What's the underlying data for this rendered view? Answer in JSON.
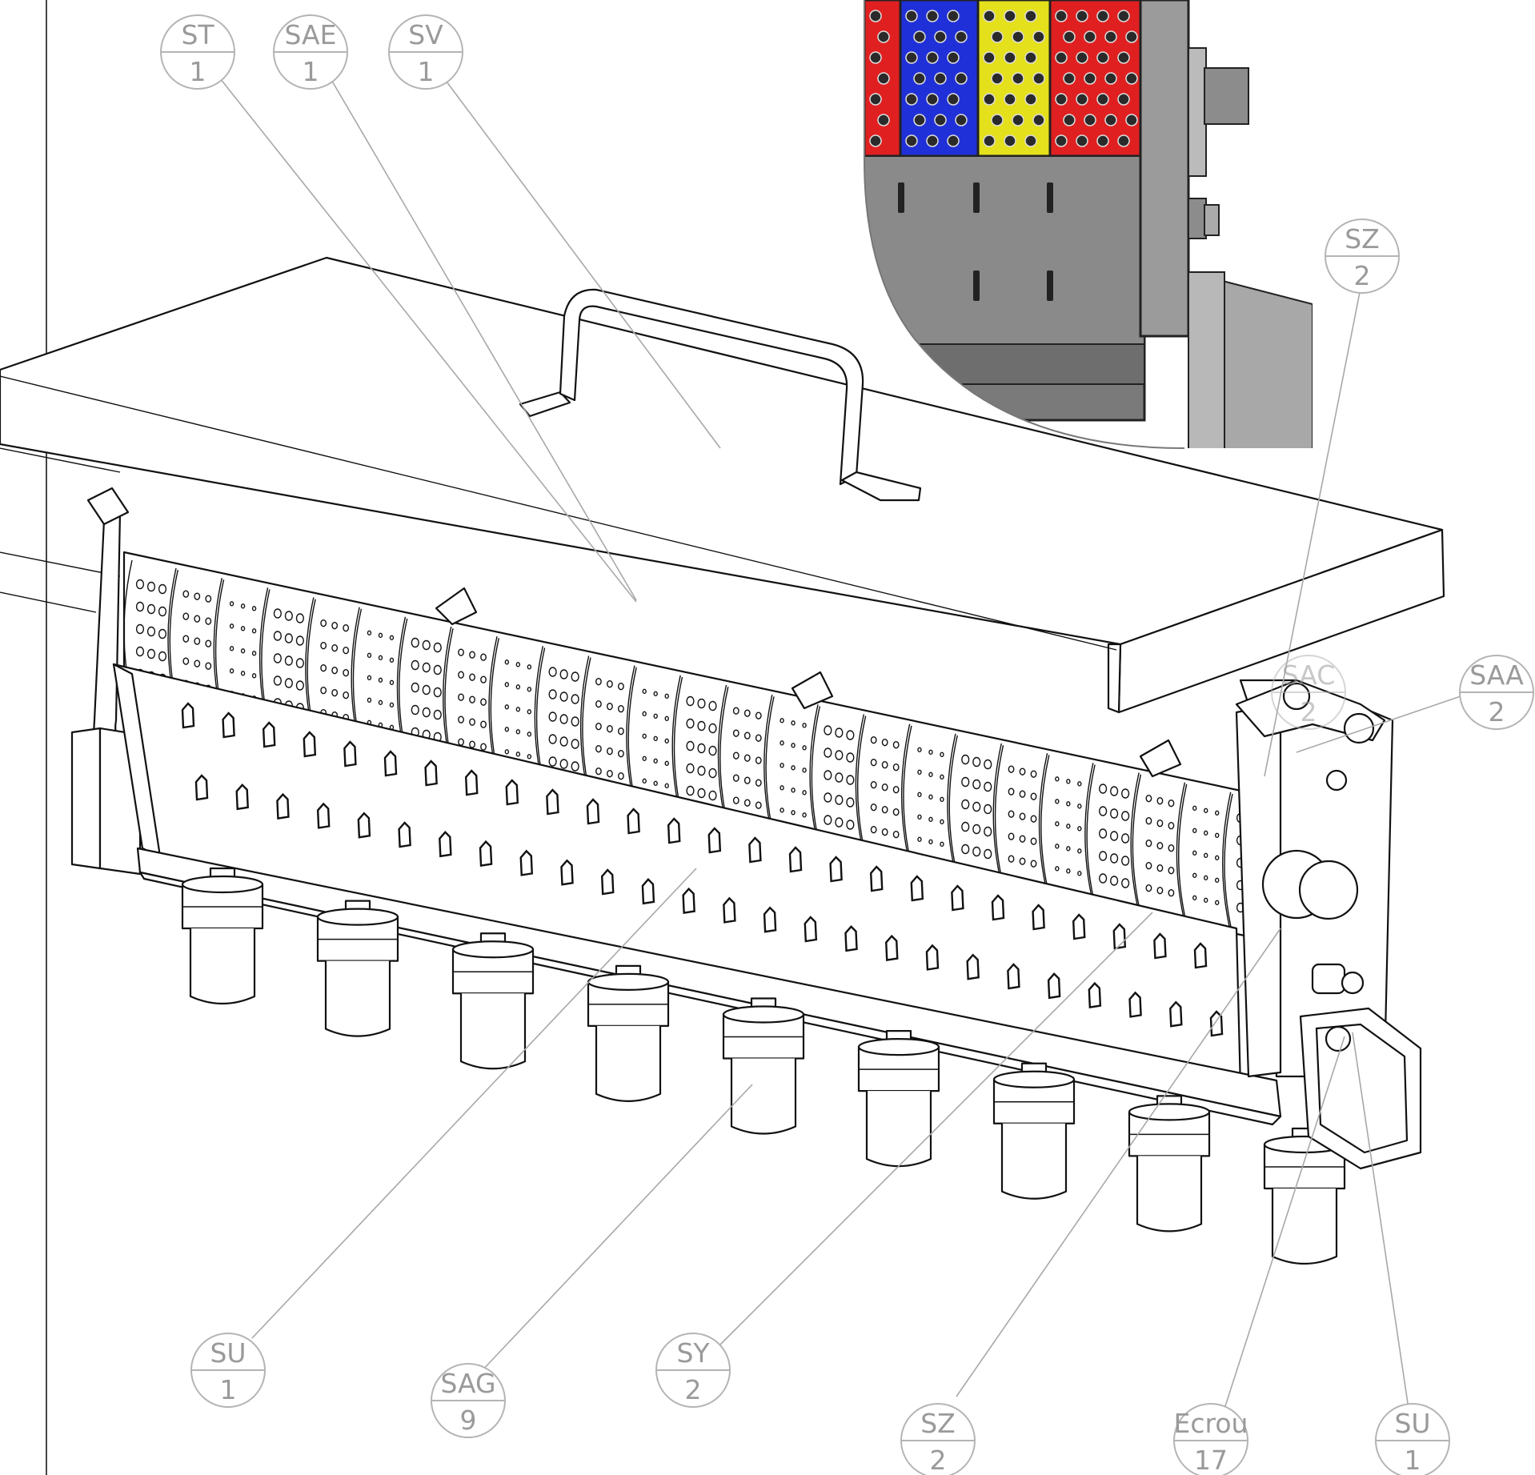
{
  "balloons": [
    {
      "id": "ST",
      "label": "ST",
      "qty": "1"
    },
    {
      "id": "SAE",
      "label": "SAE",
      "qty": "1"
    },
    {
      "id": "SV",
      "label": "SV",
      "qty": "1"
    },
    {
      "id": "SZ-top",
      "label": "SZ",
      "qty": "2"
    },
    {
      "id": "SAC",
      "label": "SAC",
      "qty": "2"
    },
    {
      "id": "SAA",
      "label": "SAA",
      "qty": "2"
    },
    {
      "id": "SU-left",
      "label": "SU",
      "qty": "1"
    },
    {
      "id": "SAG",
      "label": "SAG",
      "qty": "9"
    },
    {
      "id": "SY",
      "label": "SY",
      "qty": "2"
    },
    {
      "id": "SZ-bottom",
      "label": "SZ",
      "qty": "2"
    },
    {
      "id": "Ecrou",
      "label": "Ecrou",
      "qty": "17"
    },
    {
      "id": "SU-right",
      "label": "SU",
      "qty": "1"
    }
  ],
  "detail_view": {
    "band_colors": [
      "#e02020",
      "#2030d8",
      "#e4e01c",
      "#e02020"
    ],
    "housing_color": "#7a7a7a"
  }
}
